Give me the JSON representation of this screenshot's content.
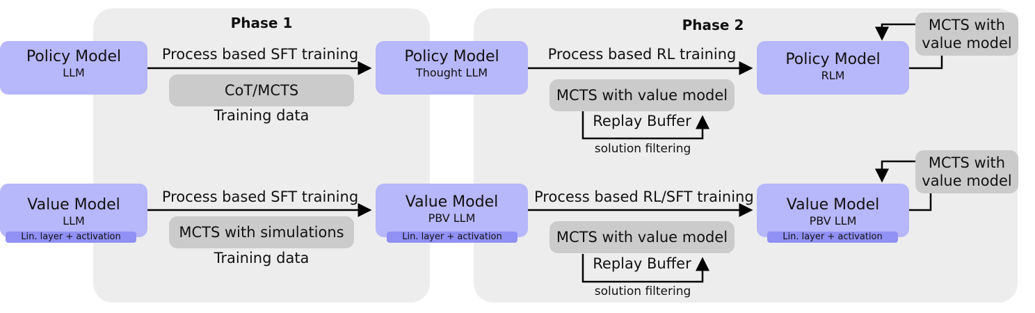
{
  "phase1": {
    "title": "Phase 1",
    "top": {
      "arrow_label": "Process based SFT training",
      "data_box": "CoT/MCTS",
      "data_label": "Training data"
    },
    "bottom": {
      "arrow_label": "Process based SFT training",
      "data_box": "MCTS with simulations",
      "data_label": "Training data"
    }
  },
  "phase2": {
    "title": "Phase 2",
    "top": {
      "arrow_label": "Process based RL training",
      "mcts_box": "MCTS with value model",
      "buffer_label": "Replay Buffer",
      "filter_label": "solution filtering",
      "loop_box": "MCTS with value model"
    },
    "bottom": {
      "arrow_label": "Process based RL/SFT training",
      "mcts_box": "MCTS with value model",
      "buffer_label": "Replay Buffer",
      "filter_label": "solution filtering",
      "loop_box": "MCTS with value model"
    }
  },
  "models": {
    "policy_llm": {
      "title": "Policy Model",
      "sub": "LLM"
    },
    "policy_thought": {
      "title": "Policy Model",
      "sub": "Thought LLM"
    },
    "policy_rlm": {
      "title": "Policy Model",
      "sub": "RLM"
    },
    "value_llm": {
      "title": "Value Model",
      "sub": "LLM",
      "layer": "Lin. layer + activation"
    },
    "value_pbv1": {
      "title": "Value Model",
      "sub": "PBV LLM",
      "layer": "Lin. layer + activation"
    },
    "value_pbv2": {
      "title": "Value Model",
      "sub": "PBV LLM",
      "layer": "Lin. layer + activation"
    }
  }
}
